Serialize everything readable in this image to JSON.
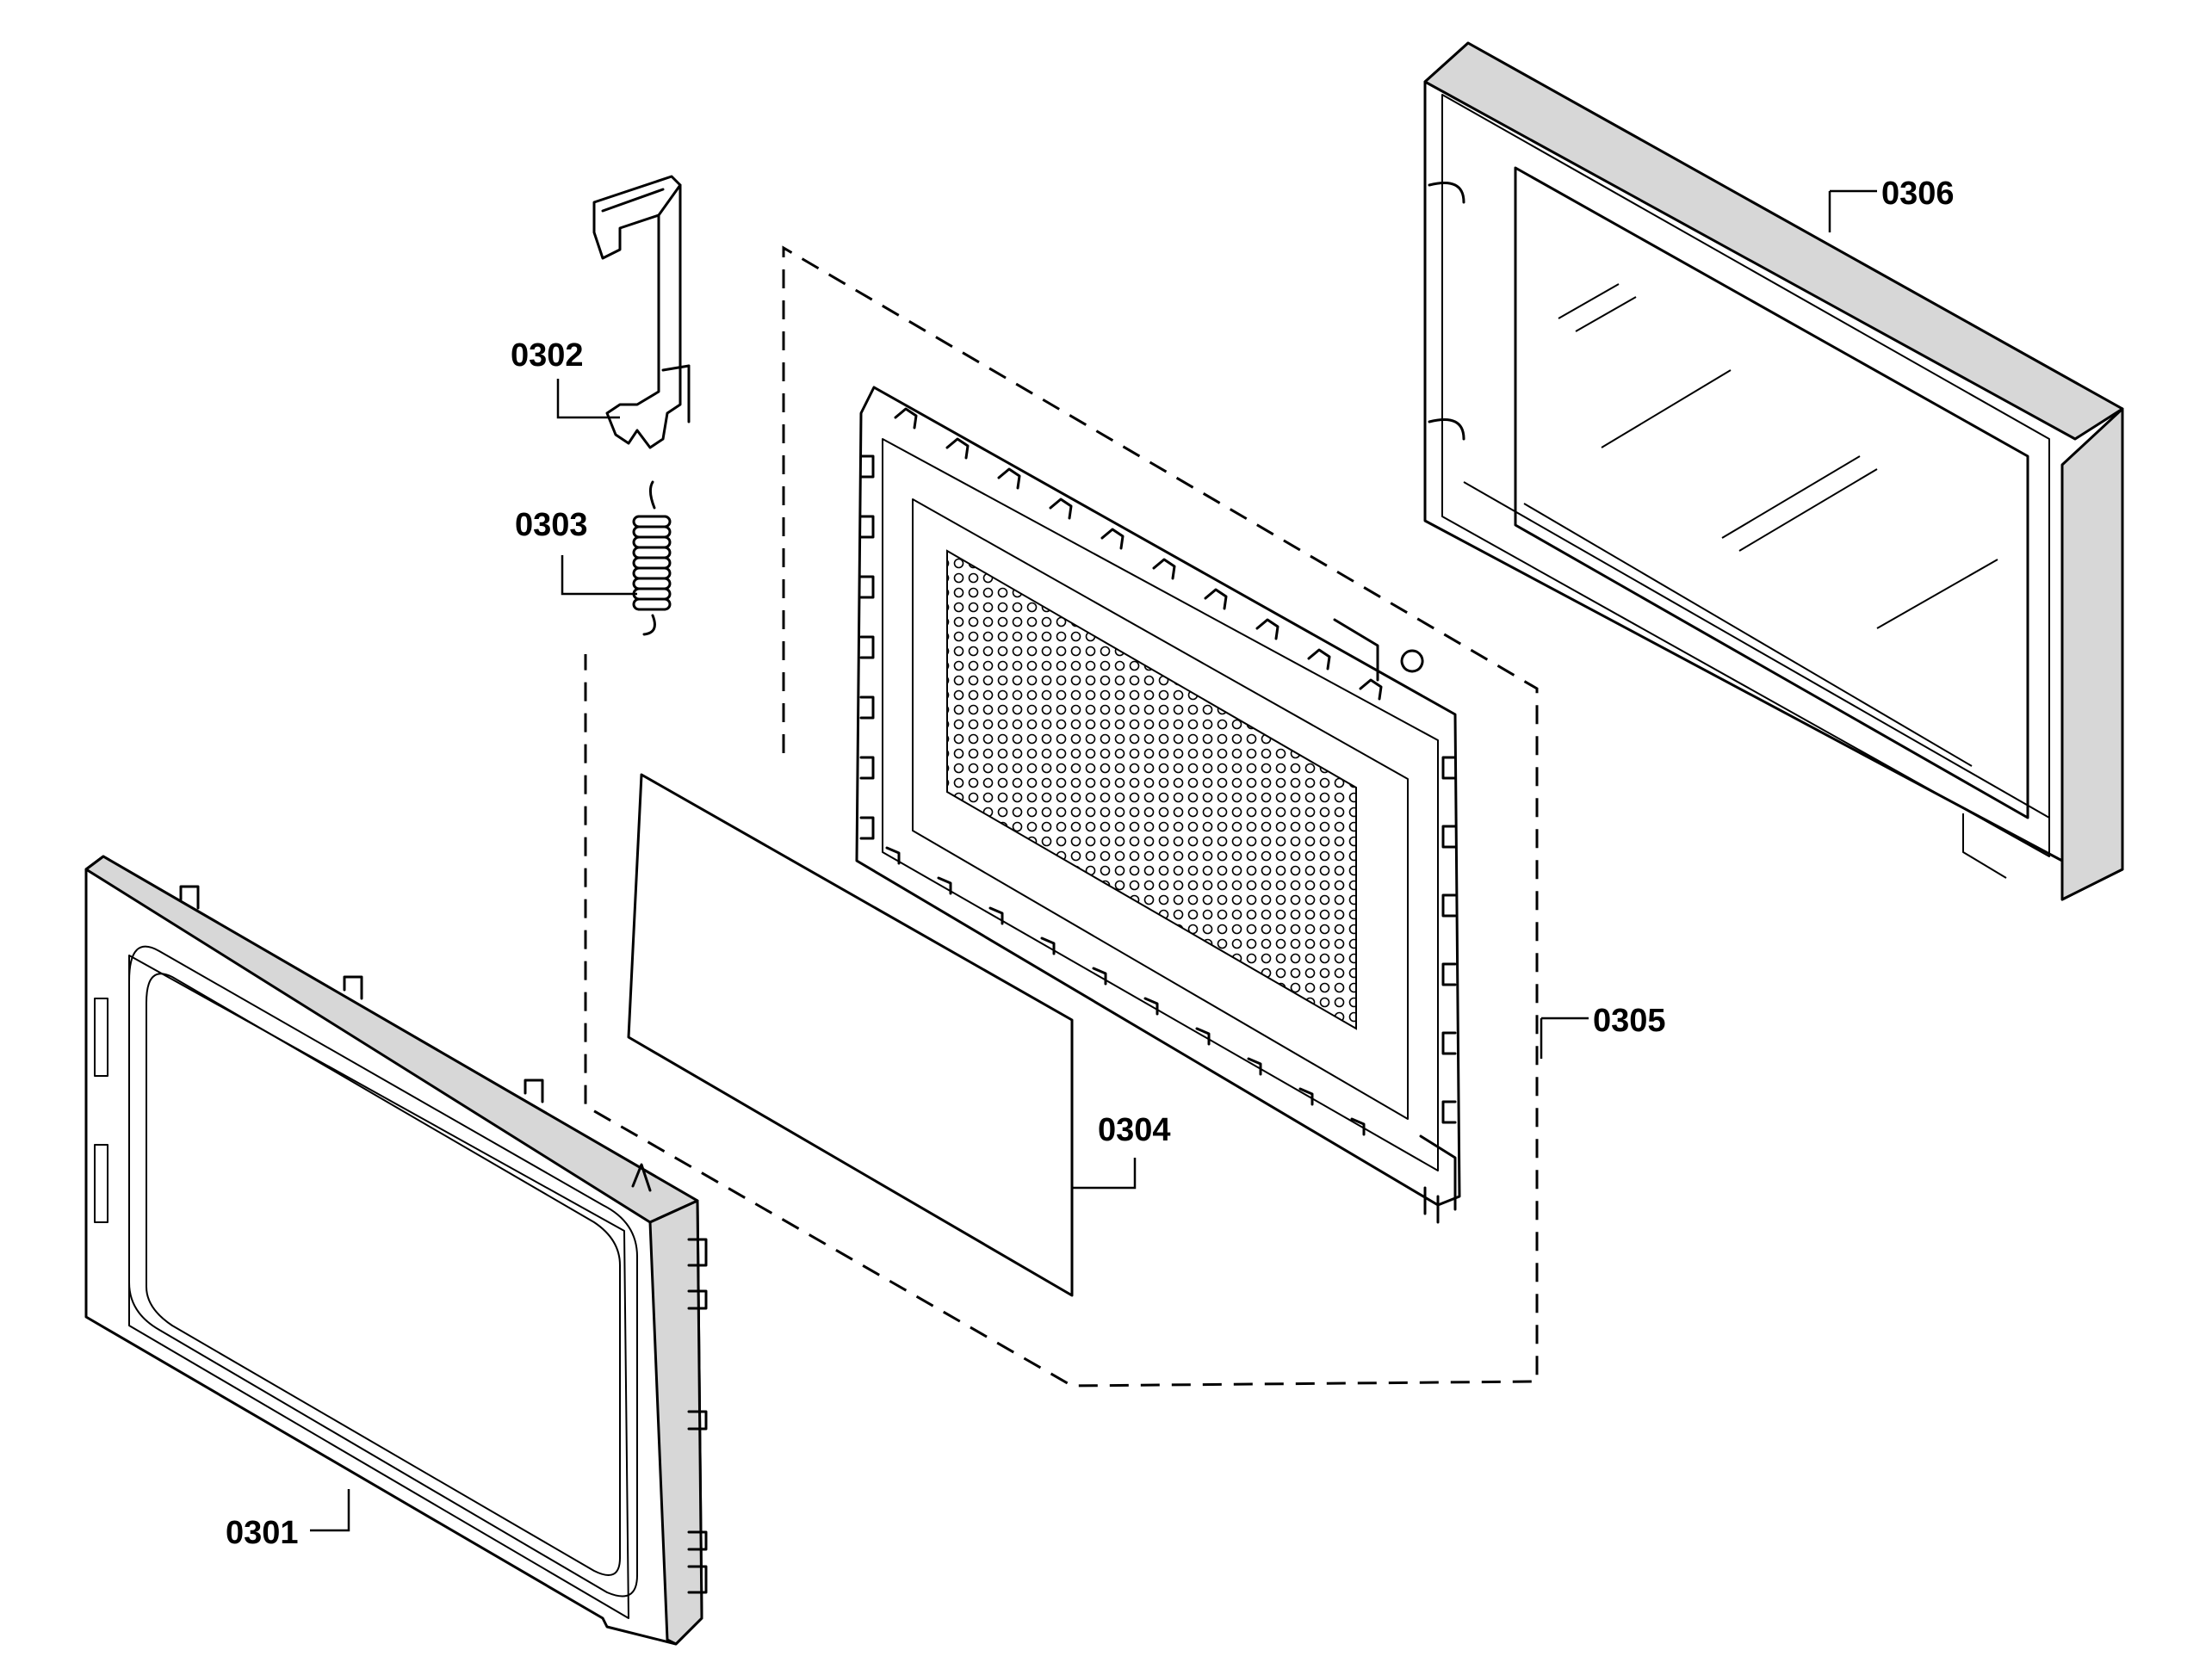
{
  "parts": [
    {
      "id": "door-panel",
      "label": "0301"
    },
    {
      "id": "latch-hook",
      "label": "0302"
    },
    {
      "id": "spring",
      "label": "0303"
    },
    {
      "id": "glass-sheet",
      "label": "0304"
    },
    {
      "id": "inner-door-assembly",
      "label": "0305"
    },
    {
      "id": "outer-door-frame",
      "label": "0306"
    }
  ],
  "colors": {
    "line": "#000000",
    "shade": "#d7d7d7",
    "background": "#ffffff"
  }
}
